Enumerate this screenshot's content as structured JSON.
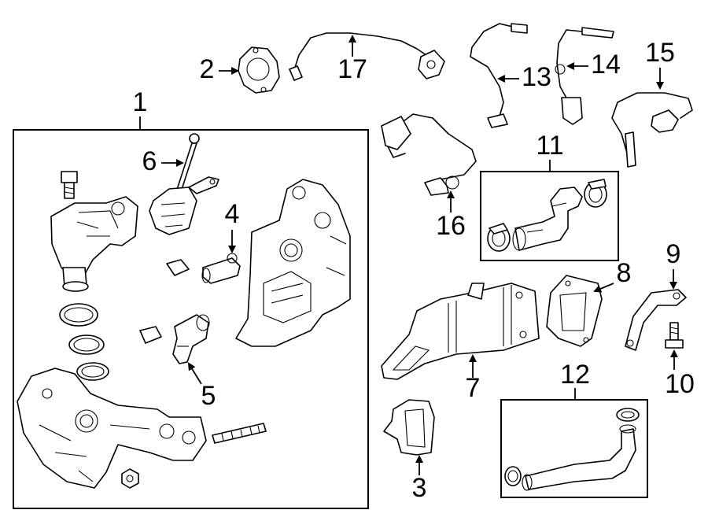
{
  "callouts": [
    {
      "id": "1",
      "text": "1"
    },
    {
      "id": "2",
      "text": "2"
    },
    {
      "id": "3",
      "text": "3"
    },
    {
      "id": "4",
      "text": "4"
    },
    {
      "id": "5",
      "text": "5"
    },
    {
      "id": "6",
      "text": "6"
    },
    {
      "id": "7",
      "text": "7"
    },
    {
      "id": "8",
      "text": "8"
    },
    {
      "id": "9",
      "text": "9"
    },
    {
      "id": "10",
      "text": "10"
    },
    {
      "id": "11",
      "text": "11"
    },
    {
      "id": "12",
      "text": "12"
    },
    {
      "id": "13",
      "text": "13"
    },
    {
      "id": "14",
      "text": "14"
    },
    {
      "id": "15",
      "text": "15"
    },
    {
      "id": "16",
      "text": "16"
    },
    {
      "id": "17",
      "text": "17"
    }
  ],
  "arrowheads": {
    "2": "right",
    "3": "up",
    "4": "down",
    "5": "up",
    "6": "right",
    "7": "up",
    "8": "left",
    "9": "down",
    "10": "up",
    "13": "left",
    "14": "left",
    "15": "down",
    "16": "up",
    "17": "up"
  }
}
